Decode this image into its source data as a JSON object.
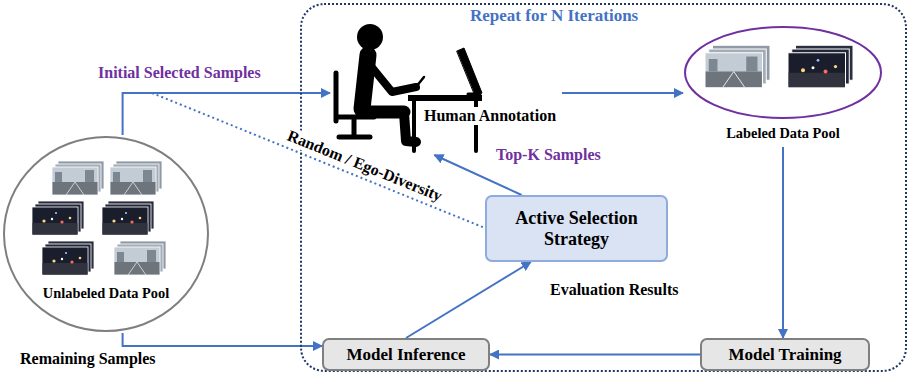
{
  "diagram": {
    "nodes": [
      {
        "text": [
          "Repeat for N Iterations"
        ]
      },
      {
        "text": [
          "Human Annotation"
        ],
        "in": 0
      },
      {
        "text": [
          "Labeled Data Pool"
        ],
        "in": 0
      },
      {
        "text": [
          "Active Selection Strategy"
        ],
        "in": 0
      },
      {
        "text": [
          "Model Inference"
        ],
        "in": 0
      },
      {
        "text": [
          "Model Training"
        ],
        "in": 0
      },
      {
        "text": [
          "Unlabeled Data Pool"
        ]
      }
    ],
    "edges": [
      {
        "from": 6,
        "to": 1,
        "label": "Initial Selected Samples",
        "arrow": "to"
      },
      {
        "from": 1,
        "to": 2,
        "arrow": "to"
      },
      {
        "from": 2,
        "to": 5,
        "arrow": "to"
      },
      {
        "from": 5,
        "to": 4,
        "arrow": "to"
      },
      {
        "from": 6,
        "to": 4,
        "label": "Remaining Samples",
        "arrow": "to"
      },
      {
        "from": 4,
        "to": 3,
        "label": "Evaluation Results",
        "arrow": "to"
      },
      {
        "from": 3,
        "to": 1,
        "label": "Top-K Samples",
        "arrow": "to"
      }
    ],
    "labels": [
      "Random / Ego-Diversity"
    ]
  }
}
